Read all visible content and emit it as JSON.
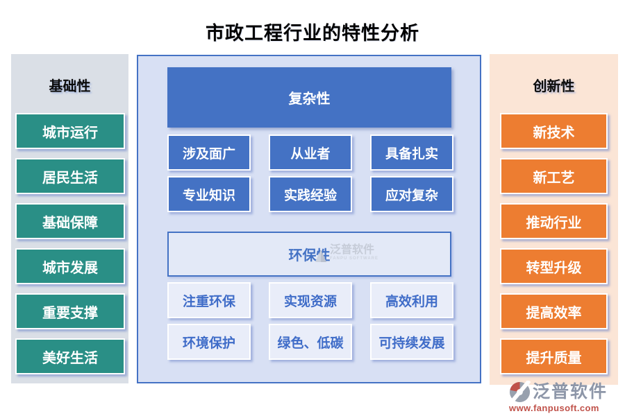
{
  "title": "市政工程行业的特性分析",
  "panels": {
    "left": {
      "header": "基础性",
      "items": [
        "城市运行",
        "居民生活",
        "基础保障",
        "城市发展",
        "重要支撑",
        "美好生活"
      ]
    },
    "center": {
      "sections": [
        {
          "header": "复杂性",
          "items": [
            "涉及面广",
            "从业者",
            "具备扎实",
            "专业知识",
            "实践经验",
            "应对复杂"
          ]
        },
        {
          "header": "环保性",
          "items": [
            "注重环保",
            "实现资源",
            "高效利用",
            "环境保护",
            "绿色、低碳",
            "可持续发展"
          ]
        }
      ]
    },
    "right": {
      "header": "创新性",
      "items": [
        "新技术",
        "新工艺",
        "推动行业",
        "转型升级",
        "提高效率",
        "提升质量"
      ]
    }
  },
  "watermark": {
    "text": "泛普软件",
    "subtext": "FANPU SOFTWARE"
  },
  "footer": {
    "brand": "泛普软件",
    "url": "www.fanpusoft.com"
  },
  "colors": {
    "accent_blue": "#4472C4",
    "teal": "#2A8F86",
    "orange": "#ED7D31",
    "left_panel_bg": "#DADFE6",
    "center_panel_bg": "#D8E0F4",
    "right_panel_bg": "#FBE5D6",
    "light_item_bg": "#E9EDF9",
    "footer_brand_color": "#8D96A8",
    "footer_url_color": "#C0524A"
  },
  "icons": {
    "watermark_logo": "fanpu-triangle-logo",
    "footer_logo": "fanpu-circle-logo"
  }
}
